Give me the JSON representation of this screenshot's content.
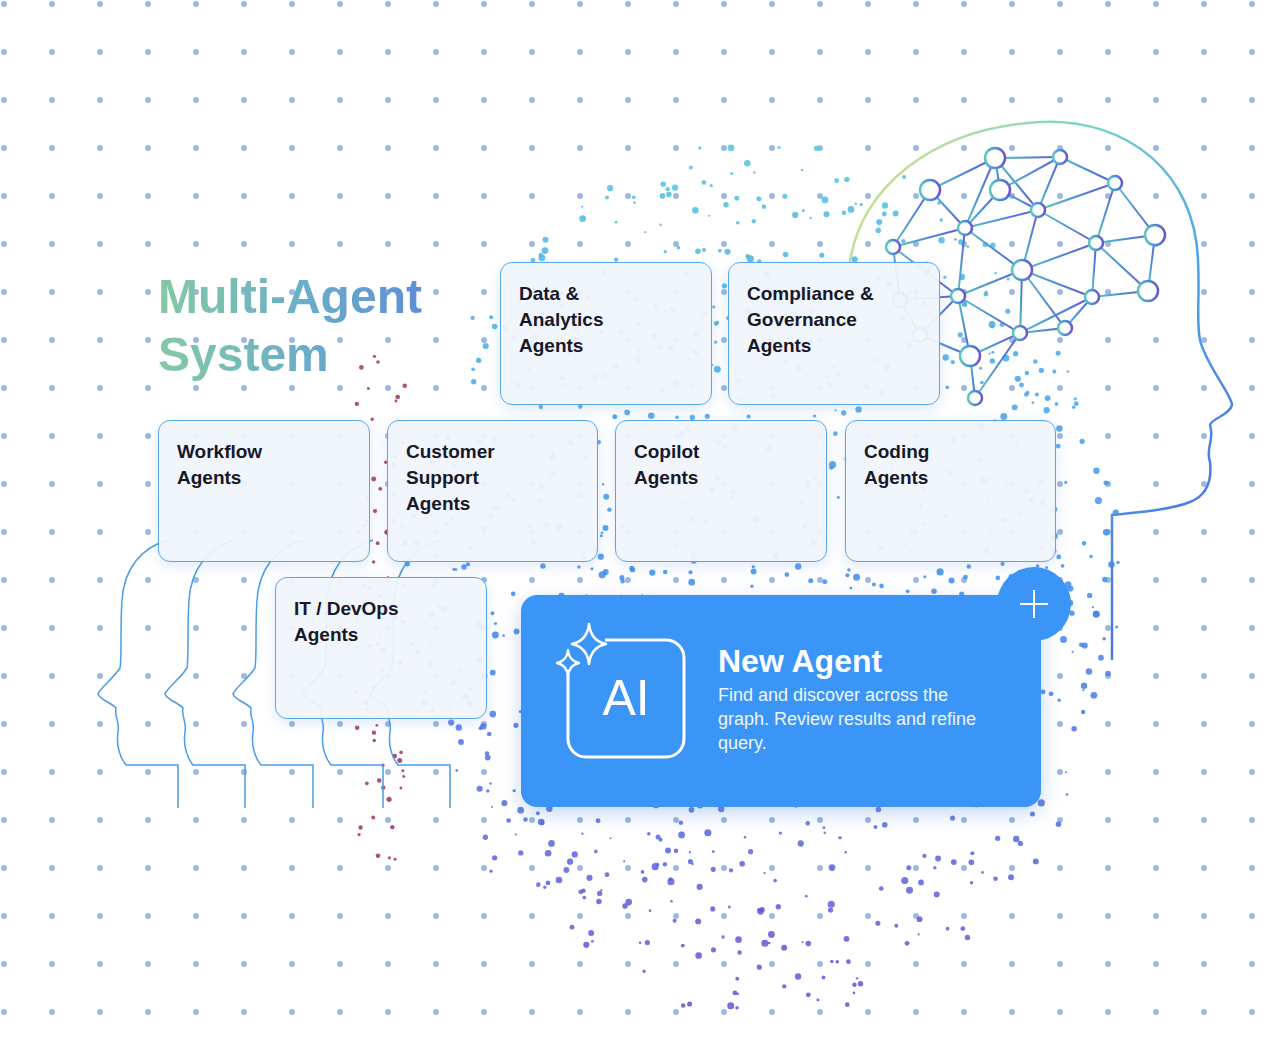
{
  "diagram": {
    "title": "Multi-Agent System",
    "nodes": [
      {
        "text": [
          "Data & Analytics Agents"
        ]
      },
      {
        "text": [
          "Compliance & Governance Agents"
        ]
      },
      {
        "text": [
          "Workflow Agents"
        ]
      },
      {
        "text": [
          "Customer Support Agents"
        ]
      },
      {
        "text": [
          "Copilot Agents"
        ]
      },
      {
        "text": [
          "Coding Agents"
        ]
      },
      {
        "text": [
          "IT / DevOps Agents"
        ]
      },
      {
        "text": [
          "New Agent",
          "Find and discover across the graph. Review results and refine query."
        ]
      }
    ],
    "labels": [
      "AI"
    ]
  }
}
